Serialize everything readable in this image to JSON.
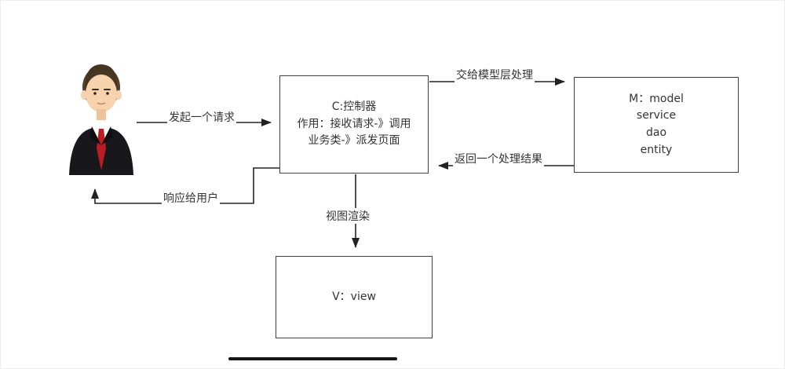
{
  "diagram": {
    "title_hint": "MVC request flow",
    "boxes": {
      "controller": {
        "line1": "C:控制器",
        "line2": "作用：接收请求-》调用",
        "line3": "业务类-》派发页面"
      },
      "model": {
        "line1": "M：model",
        "line2": "service",
        "line3": "dao",
        "line4": "entity"
      },
      "view": {
        "line1": "V：view"
      }
    },
    "edges": {
      "request": "发起一个请求",
      "to_model": "交给模型层处理",
      "return_result": "返回一个处理结果",
      "render_view": "视图渲染",
      "respond_user": "响应给用户"
    },
    "colors": {
      "line": "#222222",
      "box_border": "#3f3f3f",
      "text": "#333333",
      "suit": "#17171c",
      "tie": "#bb1e22",
      "hair": "#54402e",
      "skin": "#f6d3ad"
    }
  }
}
